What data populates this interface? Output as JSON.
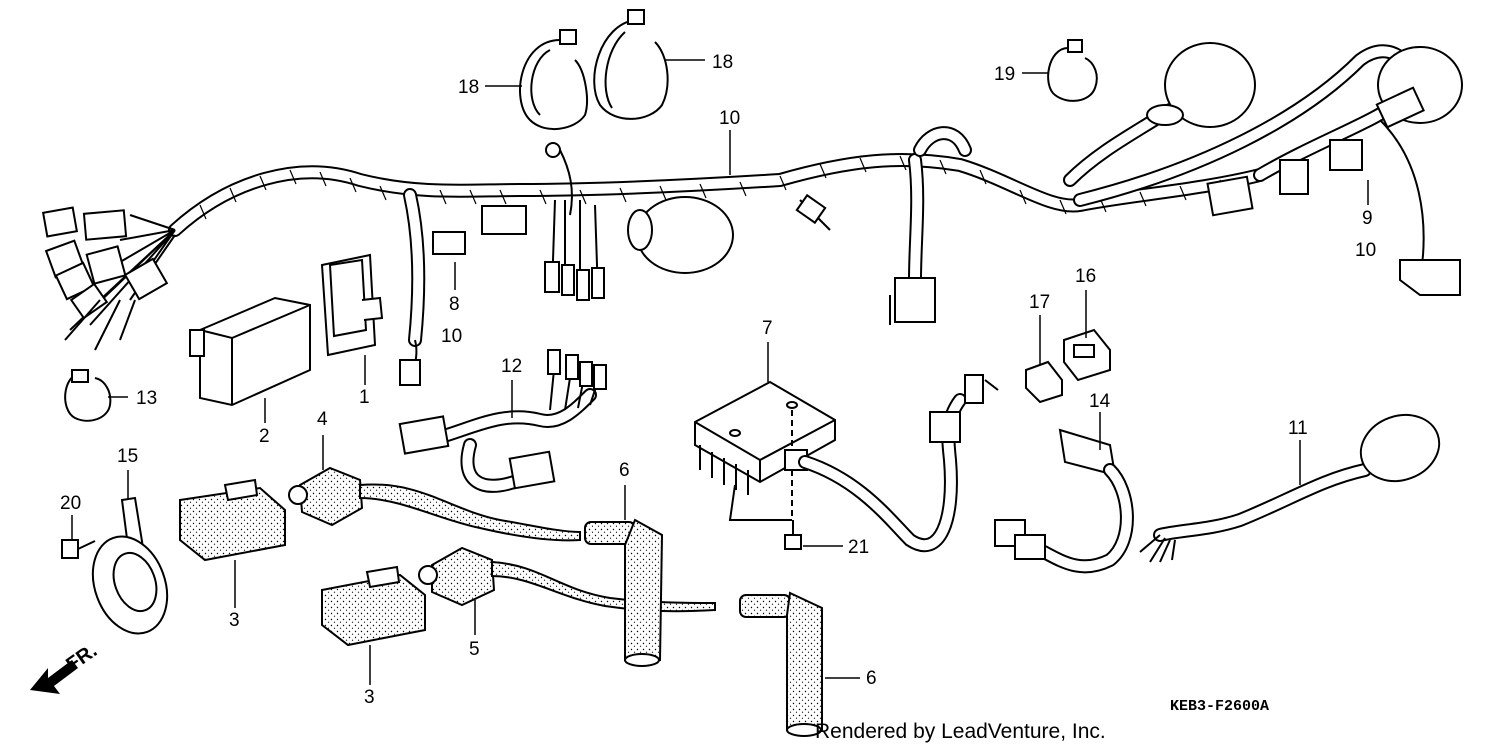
{
  "diagram": {
    "callouts": {
      "p1": "1",
      "p2": "2",
      "p3a": "3",
      "p3b": "3",
      "p4": "4",
      "p5": "5",
      "p6a": "6",
      "p6b": "6",
      "p7": "7",
      "p8": "8",
      "p9": "9",
      "p10a": "10",
      "p10b": "10",
      "p10c": "10",
      "p11": "11",
      "p12": "12",
      "p13": "13",
      "p14": "14",
      "p15": "15",
      "p16": "16",
      "p17": "17",
      "p18a": "18",
      "p18b": "18",
      "p19": "19",
      "p20": "20",
      "p21": "21"
    },
    "direction_label": "FR.",
    "diagram_code": "KEB3-F2600A",
    "credit": "Rendered by LeadVenture, Inc."
  }
}
